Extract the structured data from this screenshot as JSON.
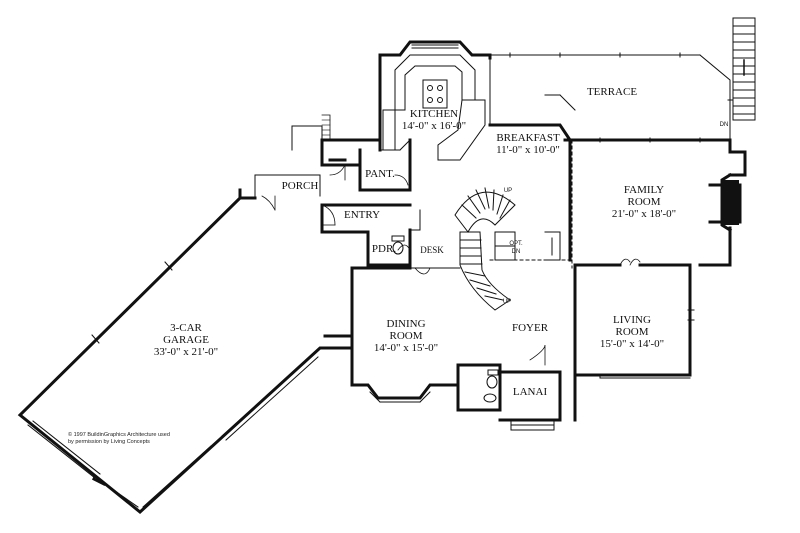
{
  "rooms": {
    "kitchen": {
      "name": "KITCHEN",
      "dim": "14'-0\" x 16'-0\""
    },
    "terrace": {
      "name": "TERRACE"
    },
    "breakfast": {
      "name": "BREAKFAST",
      "dim": "11'-0\" x 10'-0\""
    },
    "pantry": {
      "name": "PANT."
    },
    "porch": {
      "name": "PORCH"
    },
    "entry": {
      "name": "ENTRY"
    },
    "family": {
      "name1": "FAMILY",
      "name2": "ROOM",
      "dim": "21'-0\" x 18'-0\""
    },
    "garage": {
      "name1": "3-CAR",
      "name2": "GARAGE",
      "dim": "33'-0\" x 21'-0\""
    },
    "powder": {
      "name": "PDR."
    },
    "desk": {
      "name": "DESK"
    },
    "dining": {
      "name1": "DINING",
      "name2": "ROOM",
      "dim": "14'-0\" x 15'-0\""
    },
    "foyer": {
      "name": "FOYER"
    },
    "living": {
      "name1": "LIVING",
      "name2": "ROOM",
      "dim": "15'-0\" x 14'-0\""
    },
    "lanai": {
      "name": "LANAI"
    }
  },
  "annotations": {
    "up1": "UP",
    "up2": "UP",
    "dn": "DN",
    "opt": "OPT.",
    "dn2": "DN"
  },
  "copyright": {
    "line1": "© 1997 BuildinGraphics Architecture used",
    "line2": "by permission by Living Concepts"
  }
}
